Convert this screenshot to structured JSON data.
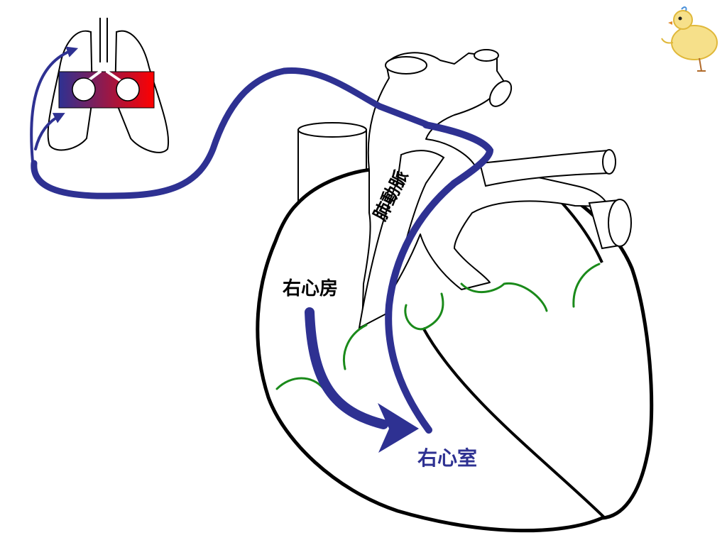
{
  "labels": {
    "right_atrium": "右心房",
    "right_ventricle": "右心室",
    "pulmonary_artery": "肺動脈"
  },
  "colors": {
    "blood_flow": "#2e3192",
    "heart_outline": "#000000",
    "coronary_vessels": "#1a8a1a",
    "oxygenation_gradient_start": "#2e3192",
    "oxygenation_gradient_end": "#ff0000"
  }
}
